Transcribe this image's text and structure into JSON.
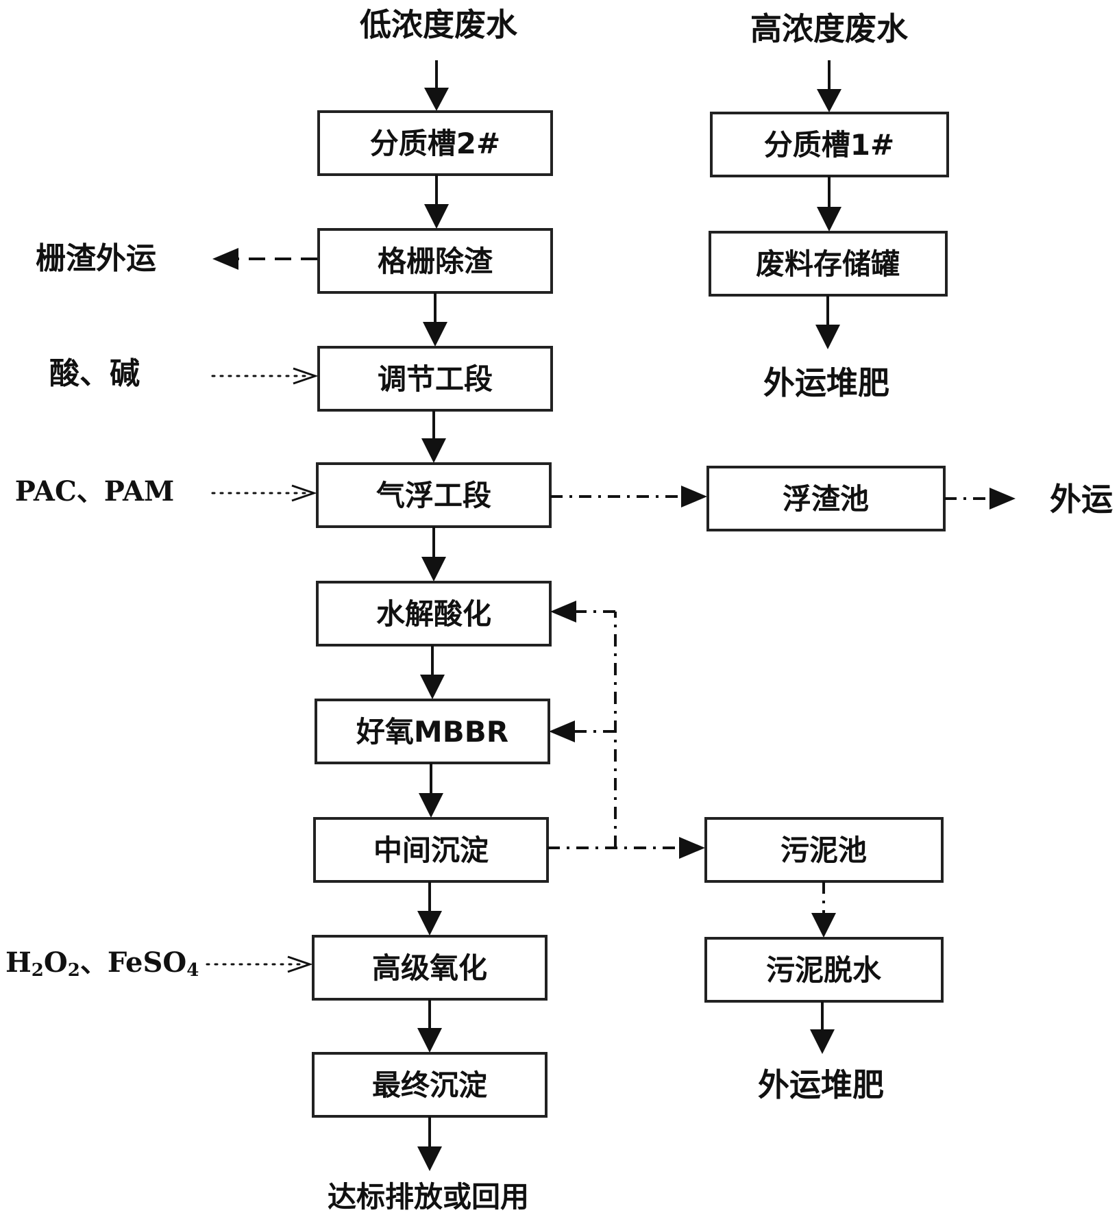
{
  "inputs": {
    "low_concentration": "低浓度废水",
    "high_concentration": "高浓度废水"
  },
  "main_process": {
    "tank2": "分质槽2#",
    "screen": "格栅除渣",
    "adjust": "调节工段",
    "flotation": "气浮工段",
    "hydrolysis": "水解酸化",
    "mbbr": "好氧MBBR",
    "mid_settle": "中间沉淀",
    "adv_oxidation": "高级氧化",
    "final_settle": "最终沉淀",
    "output": "达标排放或回用"
  },
  "high_process": {
    "tank1": "分质槽1#",
    "storage": "废料存储罐",
    "output": "外运堆肥"
  },
  "side": {
    "screen_waste": "栅渣外运",
    "acid_base": "酸、碱",
    "pac_pam": "PAC、PAM",
    "float_pool": "浮渣池",
    "float_out": "外运",
    "sludge_pool": "污泥池",
    "sludge_dewater": "污泥脱水",
    "sludge_out": "外运堆肥"
  },
  "reagents": {
    "h2o2_main": "H",
    "h2o2_sub1": "2",
    "h2o2_o": "O",
    "h2o2_sub2": "2",
    "sep": "、",
    "feso4_main": "FeSO",
    "feso4_sub": "4"
  }
}
